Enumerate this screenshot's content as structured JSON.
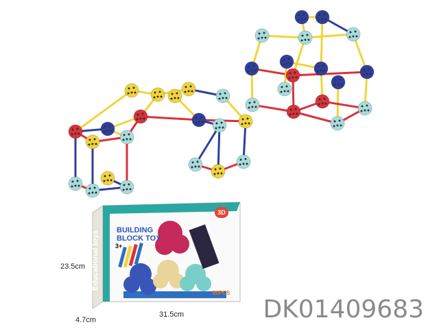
{
  "product": {
    "sku": "DK01409683",
    "box_title_line1": "BUILDING",
    "box_title_line2": "BLOCK TOY",
    "age": "3+",
    "badge_3d": "3D",
    "piece_count": "80PCS",
    "side_text": "Educational toys"
  },
  "dimensions": {
    "height": "23.5cm",
    "depth": "4.7cm",
    "width": "31.5cm"
  },
  "colors": {
    "yellow": "#f2d43a",
    "red": "#d9323a",
    "blue": "#2e3f9e",
    "teal": "#a9dcdc",
    "box_teal": "#2aa7a0"
  }
}
